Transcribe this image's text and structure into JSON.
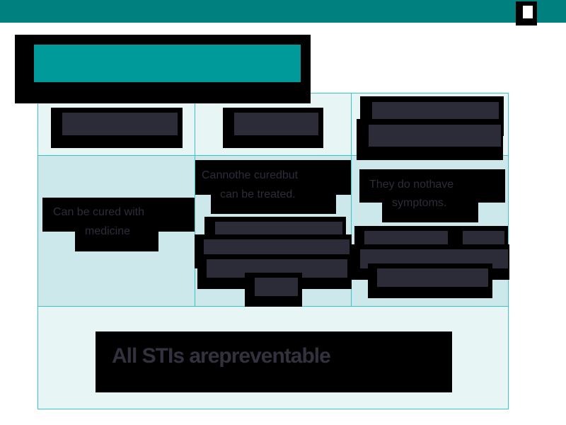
{
  "table": {
    "row2": {
      "col1": {
        "line1": "Can  be  cured  with",
        "line2": "medicine"
      },
      "col2": {
        "line1": "Cannothe     curedbut",
        "line2": "can  be  treated."
      },
      "col3": {
        "line1": "They   do  nothave",
        "line2": "symptoms."
      }
    },
    "footer": {
      "text": "All     STIs       arepreventable"
    }
  },
  "colors": {
    "topbar": "#00807f",
    "title_bar": "#009a9a",
    "cell_light": "#e8f5f5",
    "cell_mid": "#cde8ea",
    "grid_line": "#3cc4c8",
    "redaction": "#2c2b38"
  }
}
